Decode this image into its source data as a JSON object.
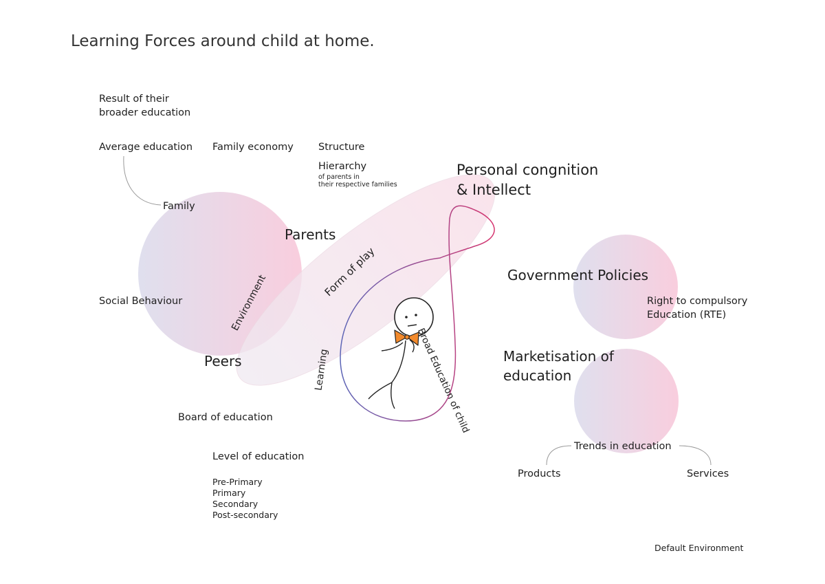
{
  "title": "Learning Forces around child at home.",
  "left_cluster": {
    "result_line1": "Result of their",
    "result_line2": "broader education",
    "average_education": "Average education",
    "family_economy": "Family economy",
    "structure": "Structure",
    "hierarchy": "Hierarchy",
    "hierarchy_sub1": "of parents in",
    "hierarchy_sub2": "their respective families",
    "family": "Family",
    "parents": "Parents",
    "social_behaviour": "Social Behaviour",
    "environment": "Environment",
    "peers": "Peers",
    "form_of_play": "Form of play",
    "board_of_education": "Board of education",
    "level_of_education": "Level of education",
    "levels": [
      "Pre-Primary",
      "Primary",
      "Secondary",
      "Post-secondary"
    ]
  },
  "center": {
    "personal_line1": "Personal congnition",
    "personal_line2": "& Intellect",
    "learning": "Learning",
    "broad_education": "Broad Education of child"
  },
  "right_cluster": {
    "government_policies": "Government Policies",
    "rte_line1": "Right to compulsory",
    "rte_line2": "Education (RTE)",
    "marketisation_line1": "Marketisation of",
    "marketisation_line2": "education",
    "trends": "Trends in education",
    "products": "Products",
    "services": "Services"
  },
  "footer": {
    "default_environment": "Default Environment"
  },
  "colors": {
    "pink": "#f8c8da",
    "lavender": "#dcdcec",
    "loop_blue": "#5b64b6",
    "loop_pink": "#d6356f",
    "bow": "#f28a2c",
    "connector": "#999999"
  }
}
